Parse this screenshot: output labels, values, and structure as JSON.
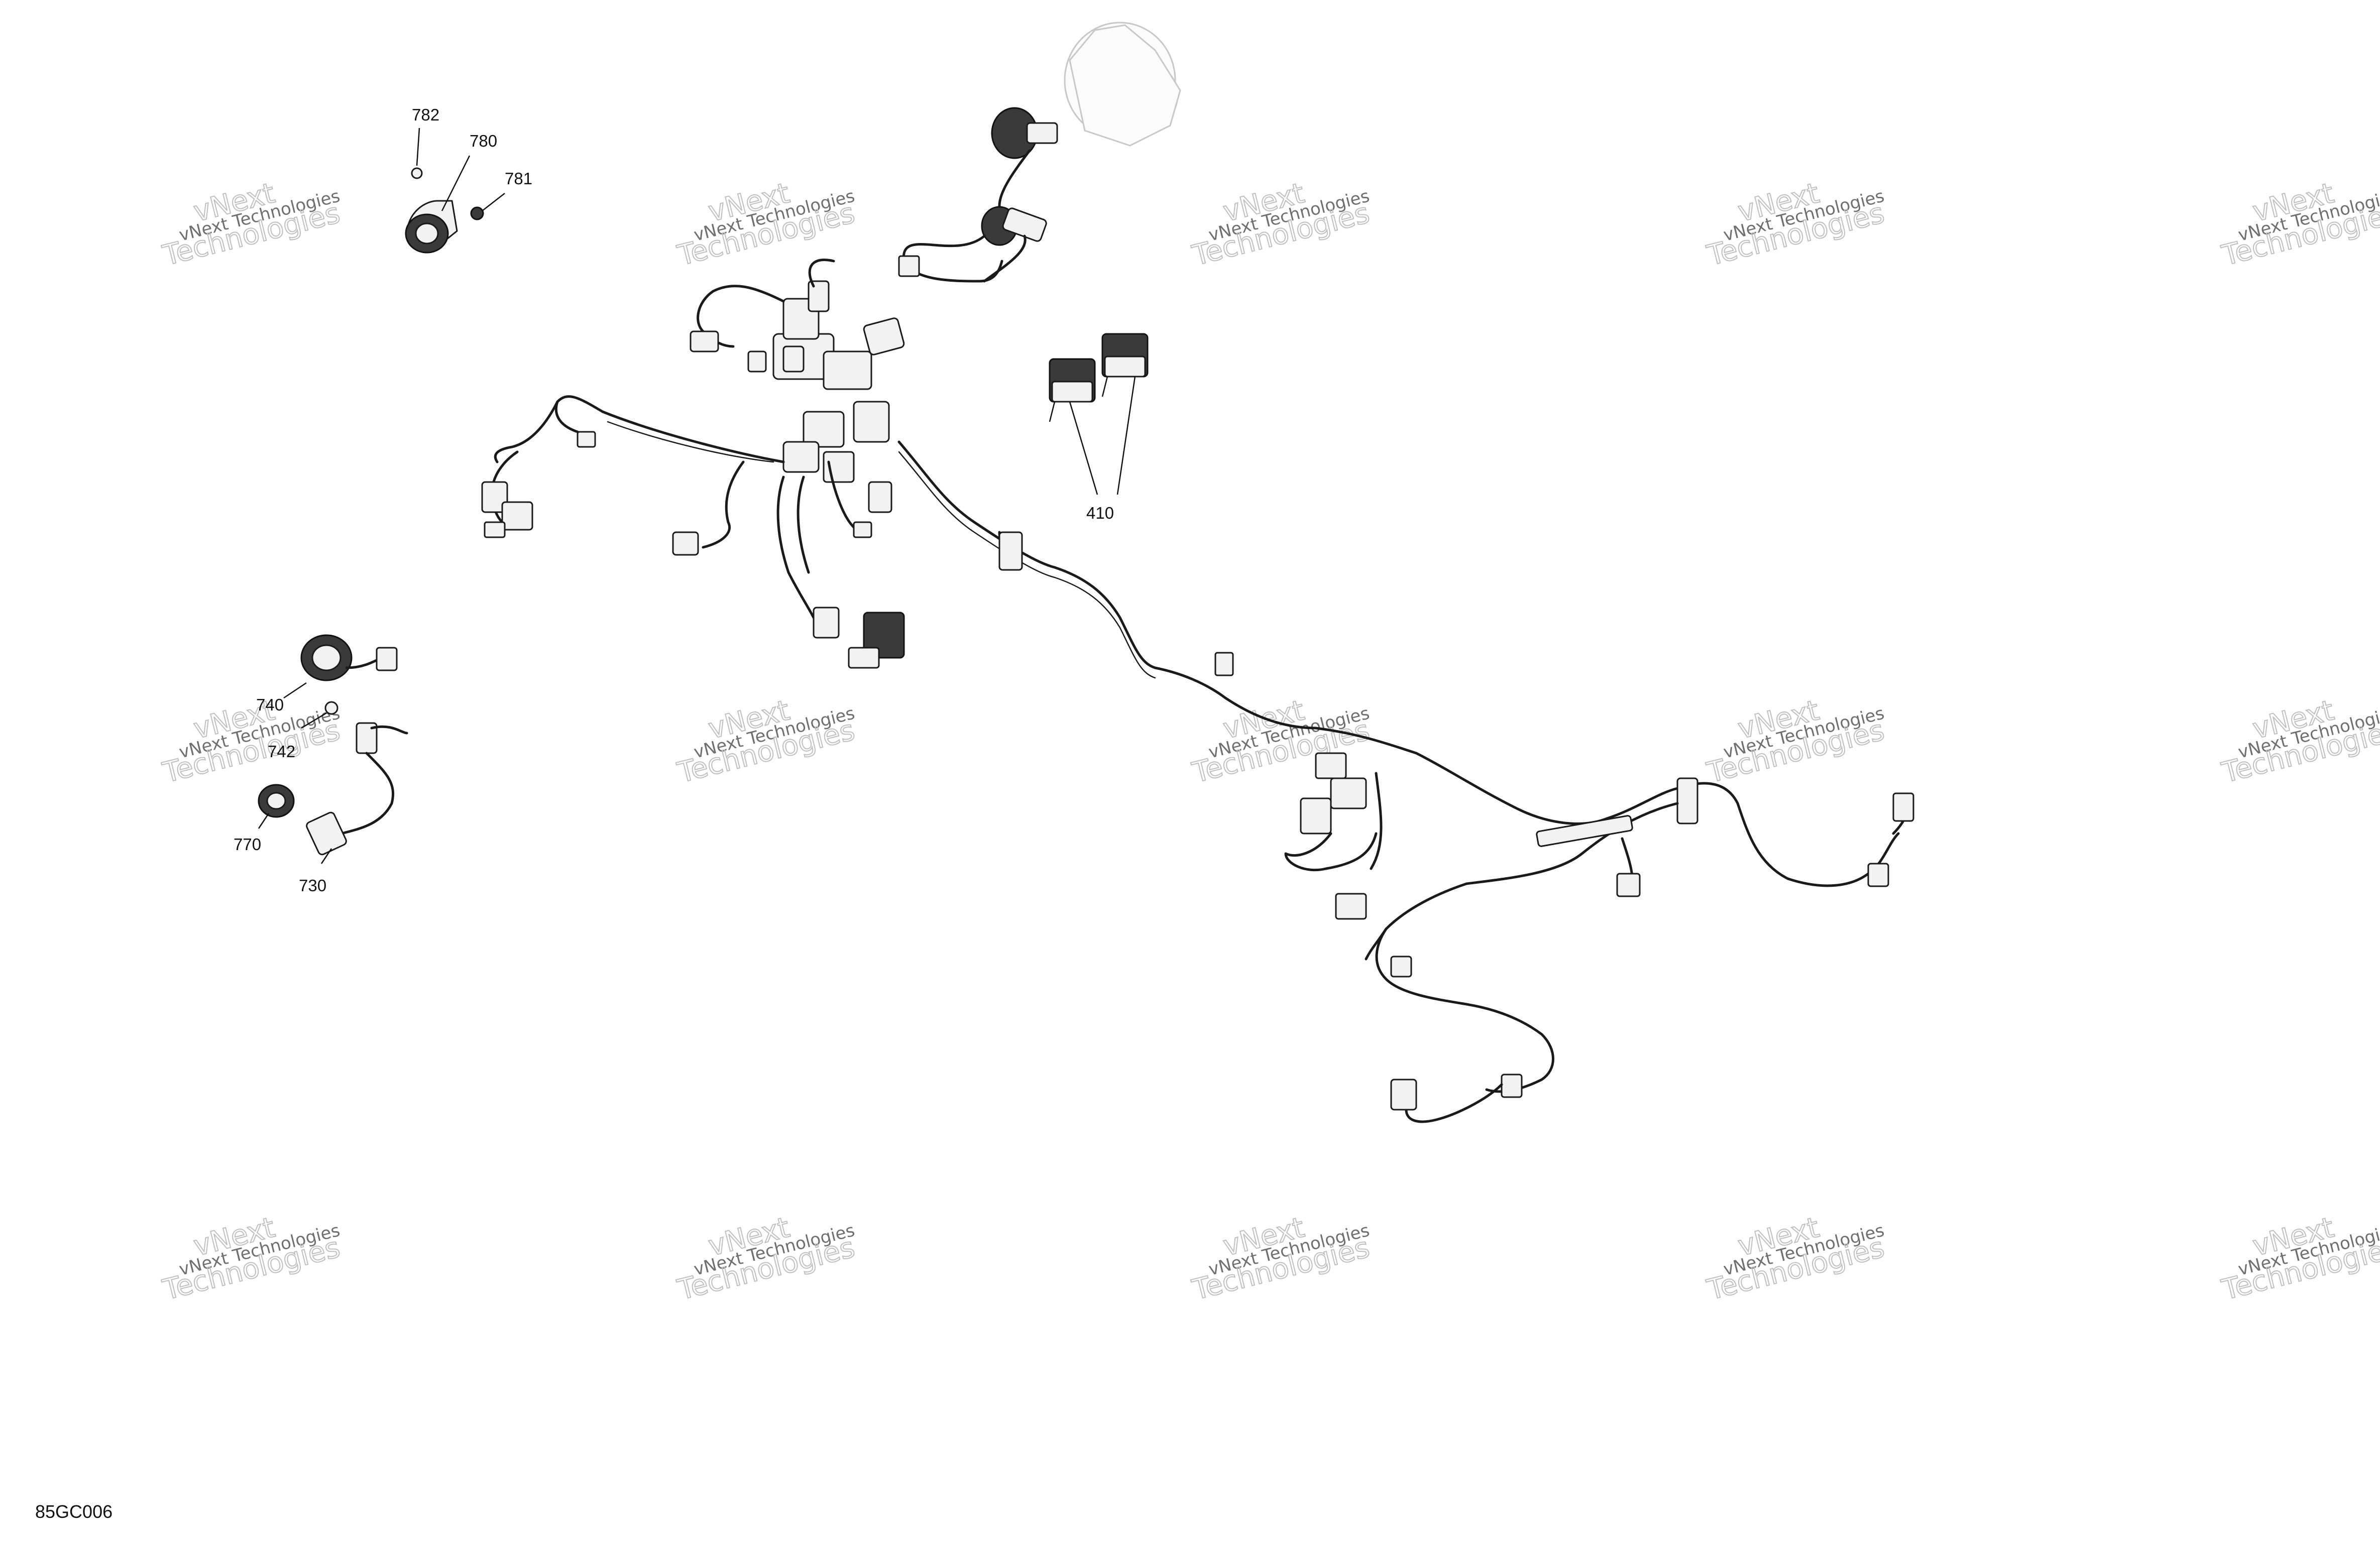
{
  "drawing_code": "85GC006",
  "watermark": {
    "line1": "vNext",
    "line2": "vNext Technologies",
    "line3": "Technologies"
  },
  "callouts": [
    {
      "id": "782",
      "label": "782"
    },
    {
      "id": "780",
      "label": "780"
    },
    {
      "id": "781",
      "label": "781"
    },
    {
      "id": "410",
      "label": "410"
    },
    {
      "id": "740",
      "label": "740"
    },
    {
      "id": "742",
      "label": "742"
    },
    {
      "id": "770",
      "label": "770"
    },
    {
      "id": "730",
      "label": "730"
    }
  ]
}
